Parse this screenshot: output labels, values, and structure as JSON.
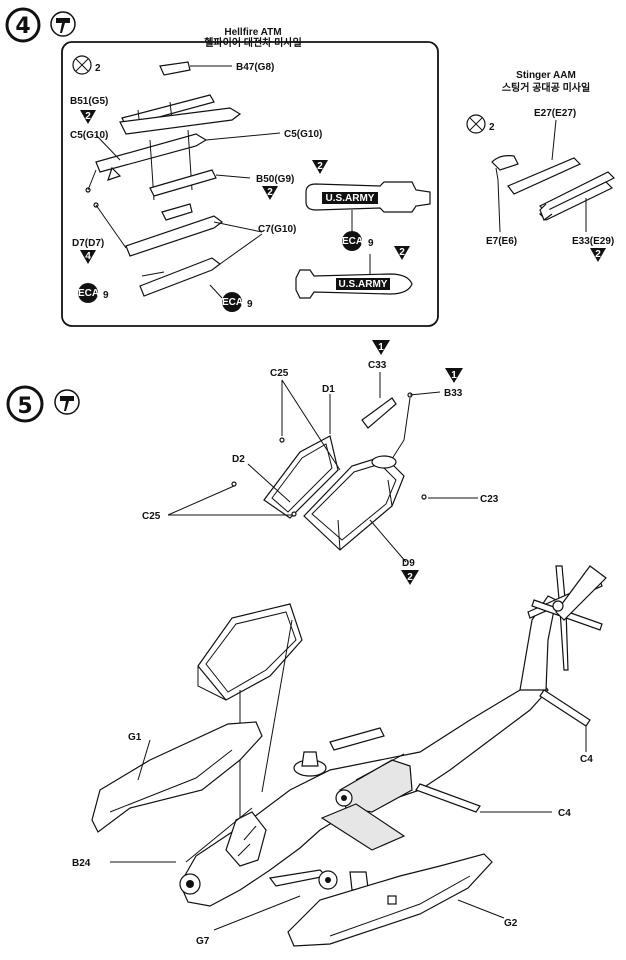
{
  "step4": {
    "number": "4",
    "hellfire": {
      "title": "Hellfire ATM",
      "subtitle": "헬파이어 대전차 미사일",
      "qty": "2",
      "labels": {
        "b47": "B47(G8)",
        "b51": "B51(G5)",
        "c5_left": "C5(G10)",
        "c5_right": "C5(G10)",
        "b50": "B50(G9)",
        "d7": "D7(D7)",
        "c7": "C7(G10)"
      },
      "badges": {
        "b51": "2",
        "b50": "2",
        "d7": "4",
        "missile_top": "2",
        "missile_bottom": "2"
      },
      "decal_word": "DECAL",
      "decal_numbers": {
        "a": "9",
        "b": "9",
        "c": "9"
      },
      "missile_text": "U.S.ARMY"
    },
    "stinger": {
      "title": "Stinger AAM",
      "subtitle": "스팅거 공대공 미사일",
      "qty": "2",
      "labels": {
        "e27": "E27(E27)",
        "e7": "E7(E6)",
        "e33": "E33(E29)"
      },
      "badges": {
        "e33": "2"
      }
    }
  },
  "step5": {
    "number": "5",
    "labels": {
      "c33": "C33",
      "b33": "B33",
      "c25_top": "C25",
      "d1": "D1",
      "d2": "D2",
      "c25_left": "C25",
      "c23": "C23",
      "d9": "D9",
      "g1": "G1",
      "b24": "B24",
      "g7": "G7",
      "g2": "G2",
      "c4_top": "C4",
      "c4_bottom": "C4"
    },
    "badges": {
      "c33": "1",
      "b33": "1",
      "d9": "2"
    }
  }
}
